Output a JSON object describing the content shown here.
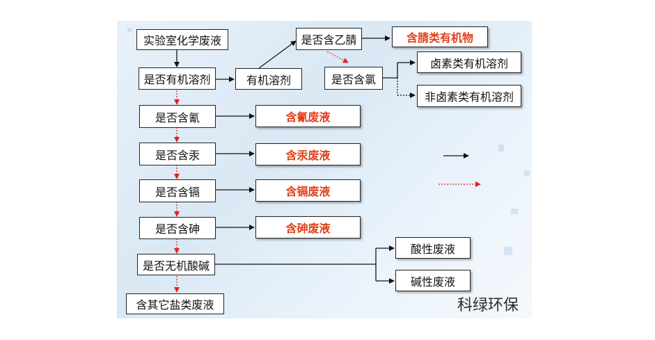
{
  "diagram": {
    "nodes": {
      "start": "实验室化学废液",
      "organic_q": "是否有机溶剂",
      "organic": "有机溶剂",
      "nitrile_q": "是否含乙腈",
      "nitrile_waste": "含腈类有机物",
      "chlorine_q": "是否含氯",
      "halogen_waste": "卤素类有机溶剂",
      "nonhalogen_waste": "非卤素类有机溶剂",
      "cyanide_q": "是否含氰",
      "cyanide_waste": "含氰废液",
      "mercury_q": "是否含汞",
      "mercury_waste": "含汞废液",
      "cadmium_q": "是否含镉",
      "cadmium_waste": "含镉废液",
      "arsenic_q": "是否含砷",
      "arsenic_waste": "含砷废液",
      "inorganic_q": "是否无机酸碱",
      "acid_waste": "酸性废液",
      "alkali_waste": "碱性废液",
      "salt_waste": "含其它盐类废液"
    },
    "colors": {
      "yes_arrow": "#111111",
      "no_arrow": "#e02020",
      "highlight_text": "#e0401a"
    }
  },
  "watermark": "科绿环保"
}
